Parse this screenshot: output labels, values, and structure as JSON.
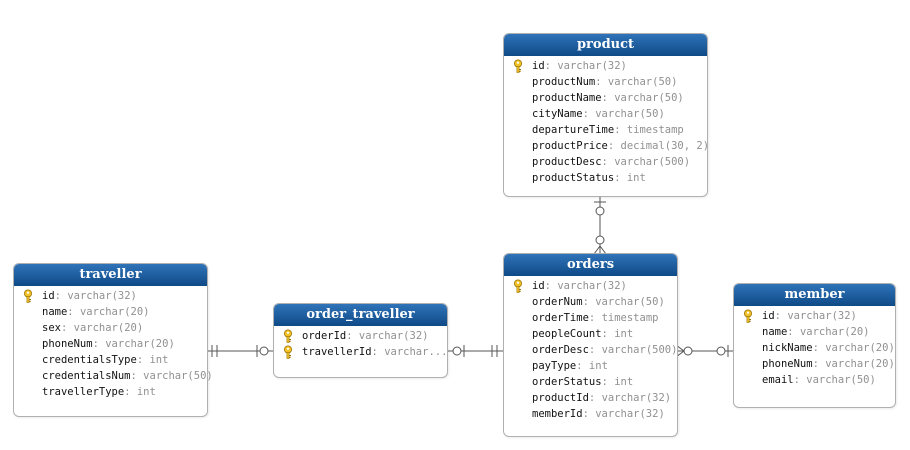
{
  "tables": {
    "product": {
      "name": "product",
      "fields": [
        {
          "name": "id",
          "type": "varchar(32)",
          "pk": true
        },
        {
          "name": "productNum",
          "type": "varchar(50)"
        },
        {
          "name": "productName",
          "type": "varchar(50)"
        },
        {
          "name": "cityName",
          "type": "varchar(50)"
        },
        {
          "name": "departureTime",
          "type": "timestamp"
        },
        {
          "name": "productPrice",
          "type": "decimal(30, 2)"
        },
        {
          "name": "productDesc",
          "type": "varchar(500)"
        },
        {
          "name": "productStatus",
          "type": "int"
        }
      ]
    },
    "traveller": {
      "name": "traveller",
      "fields": [
        {
          "name": "id",
          "type": "varchar(32)",
          "pk": true
        },
        {
          "name": "name",
          "type": "varchar(20)"
        },
        {
          "name": "sex",
          "type": "varchar(20)"
        },
        {
          "name": "phoneNum",
          "type": "varchar(20)"
        },
        {
          "name": "credentialsType",
          "type": "int"
        },
        {
          "name": "credentialsNum",
          "type": "varchar(50)"
        },
        {
          "name": "travellerType",
          "type": "int"
        }
      ]
    },
    "order_traveller": {
      "name": "order_traveller",
      "fields": [
        {
          "name": "orderId",
          "type": "varchar(32)",
          "pk": true
        },
        {
          "name": "travellerId",
          "type": "varchar...",
          "pk": true
        }
      ]
    },
    "orders": {
      "name": "orders",
      "fields": [
        {
          "name": "id",
          "type": "varchar(32)",
          "pk": true
        },
        {
          "name": "orderNum",
          "type": "varchar(50)"
        },
        {
          "name": "orderTime",
          "type": "timestamp"
        },
        {
          "name": "peopleCount",
          "type": "int"
        },
        {
          "name": "orderDesc",
          "type": "varchar(500)"
        },
        {
          "name": "payType",
          "type": "int"
        },
        {
          "name": "orderStatus",
          "type": "int"
        },
        {
          "name": "productId",
          "type": "varchar(32)"
        },
        {
          "name": "memberId",
          "type": "varchar(32)"
        }
      ]
    },
    "member": {
      "name": "member",
      "fields": [
        {
          "name": "id",
          "type": "varchar(32)",
          "pk": true
        },
        {
          "name": "name",
          "type": "varchar(20)"
        },
        {
          "name": "nickName",
          "type": "varchar(20)"
        },
        {
          "name": "phoneNum",
          "type": "varchar(20)"
        },
        {
          "name": "email",
          "type": "varchar(50)"
        }
      ]
    }
  },
  "relationships": [
    {
      "from": "product",
      "to": "orders",
      "from_end": "zero-or-one",
      "to_end": "zero-or-many"
    },
    {
      "from": "traveller",
      "to": "order_traveller",
      "from_end": "exactly-one",
      "to_end": "zero-or-one"
    },
    {
      "from": "order_traveller",
      "to": "orders",
      "from_end": "zero-or-one",
      "to_end": "exactly-one"
    },
    {
      "from": "orders",
      "to": "member",
      "from_end": "zero-or-many",
      "to_end": "zero-or-one"
    }
  ],
  "colors": {
    "header": "#1a5c9f",
    "line": "#555555",
    "key": "#e8b100"
  },
  "icons": {
    "primary_key": "key-icon"
  }
}
